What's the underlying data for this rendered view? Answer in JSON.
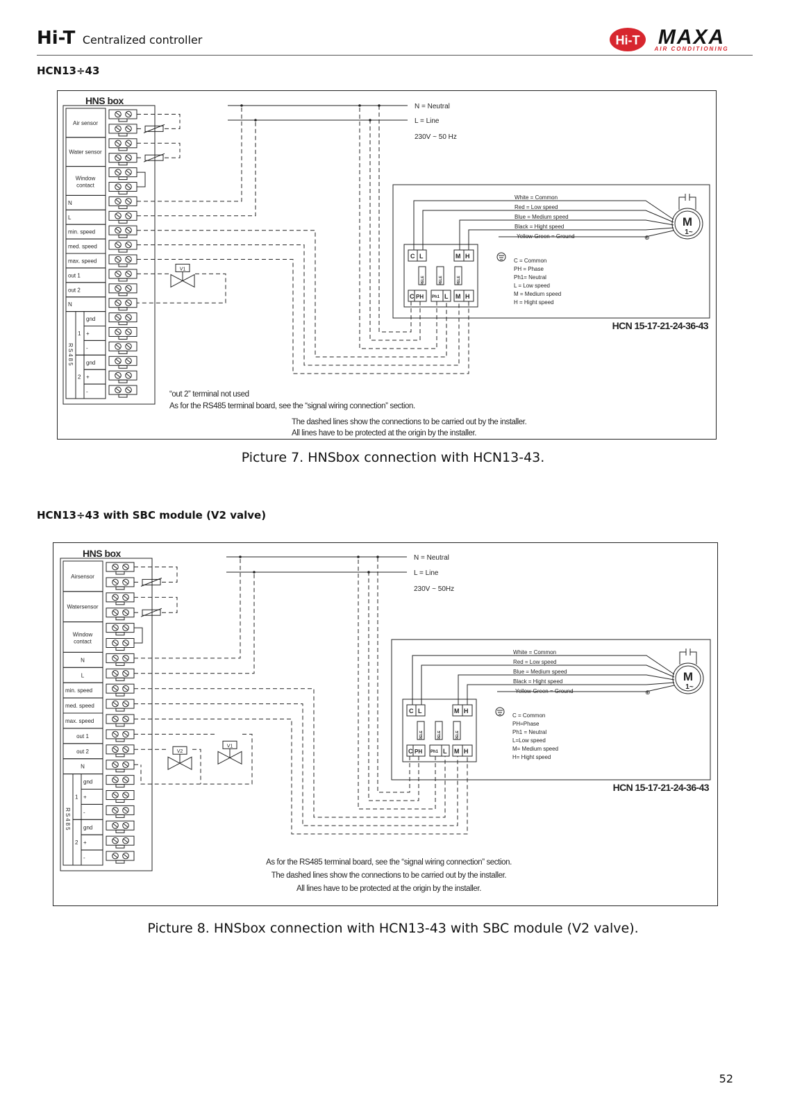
{
  "header": {
    "brand": "Hi-T",
    "subtitle": "Centralized controller",
    "logo_hit": "Hi-T",
    "logo_maxa": "MAXA",
    "logo_tagline": "AIR CONDITIONING",
    "accent_color": "#d7262e"
  },
  "page_number": "52",
  "figures": [
    {
      "section_title": "HCN13÷43",
      "box_title": "HNS box",
      "terminal_labels": {
        "air_sensor": "Air sensor",
        "water_sensor": "Water sensor",
        "window_contact": "Window contact",
        "n": "N",
        "l": "L",
        "min_speed": "min. speed",
        "med_speed": "med. speed",
        "max_speed": "max. speed",
        "out1": "out 1",
        "out2": "out 2",
        "n2": "N",
        "rs485": "RS485",
        "gnd": "gnd",
        "plus": "+",
        "minus": "-",
        "one": "1",
        "two": "2"
      },
      "supply": {
        "neutral": "N = Neutral",
        "line": "L = Line",
        "voltage": "230V ~ 50 Hz"
      },
      "wire_colors": {
        "white": "White = Common",
        "red": "Red = Low speed",
        "blue": "Blue = Medium speed",
        "black": "Black = Hight speed",
        "yg": "Yellow-Green = Ground"
      },
      "legend": {
        "c": "C = Common",
        "ph": "PH = Phase",
        "ph1": "Ph1= Neutral",
        "l": "L = Low speed",
        "m": "M = Medium speed",
        "h": "H = Hight speed"
      },
      "board": {
        "c": "C",
        "l": "L",
        "m": "M",
        "h": "H",
        "ph": "PH",
        "ph1": "Ph1",
        "rele": "RELE"
      },
      "motor": {
        "m": "M",
        "phase": "1~"
      },
      "valve_v1": "V1",
      "model": "HCN 15-17-21-24-36-43",
      "notes": [
        "“out 2” terminal not used",
        "As for the RS485 terminal board, see the “signal wiring connection” section.",
        "The dashed lines show the connections to be carried out by the installer.",
        "All lines have to be protected at the origin by the installer."
      ],
      "caption": "Picture 7. HNSbox connection with HCN13-43."
    },
    {
      "section_title": "HCN13÷43 with SBC module (V2 valve)",
      "box_title": "HNS box",
      "terminal_labels": {
        "air_sensor": "Airsensor",
        "water_sensor": "Watersensor",
        "window_contact": "Window contact",
        "n": "N",
        "l": "L",
        "min_speed": "min. speed",
        "med_speed": "med. speed",
        "max_speed": "max. speed",
        "out1": "out 1",
        "out2": "out 2",
        "n2": "N",
        "rs485": "RS485",
        "gnd": "gnd",
        "plus": "+",
        "minus": "-",
        "one": "1",
        "two": "2"
      },
      "supply": {
        "neutral": "N = Neutral",
        "line": "L = Line",
        "voltage": "230V ~ 50Hz"
      },
      "wire_colors": {
        "white": "White = Common",
        "red": "Red = Low speed",
        "blue": "Blue = Medium speed",
        "black": "Black = Hight speed",
        "yg": "Yellow-Green = Ground"
      },
      "legend": {
        "c": "C = Common",
        "ph": "PH=Phase",
        "ph1": "Ph1 = Neutral",
        "l": "L=Low speed",
        "m": "M= Medium speed",
        "h": "H= Hight speed"
      },
      "board": {
        "c": "C",
        "l": "L",
        "m": "M",
        "h": "H",
        "ph": "PH",
        "ph1": "Ph1",
        "rele": "RELE"
      },
      "motor": {
        "m": "M",
        "phase": "1~"
      },
      "valve_v1": "V1",
      "valve_v2": "V2",
      "model": "HCN 15-17-21-24-36-43",
      "notes": [
        "As for the RS485 terminal board, see the “signal wiring connection” section.",
        "The dashed lines show the connections to be carried out by the installer.",
        "All lines have to be protected at the origin by the installer."
      ],
      "caption": "Picture 8. HNSbox connection with HCN13-43 with SBC module (V2 valve)."
    }
  ]
}
